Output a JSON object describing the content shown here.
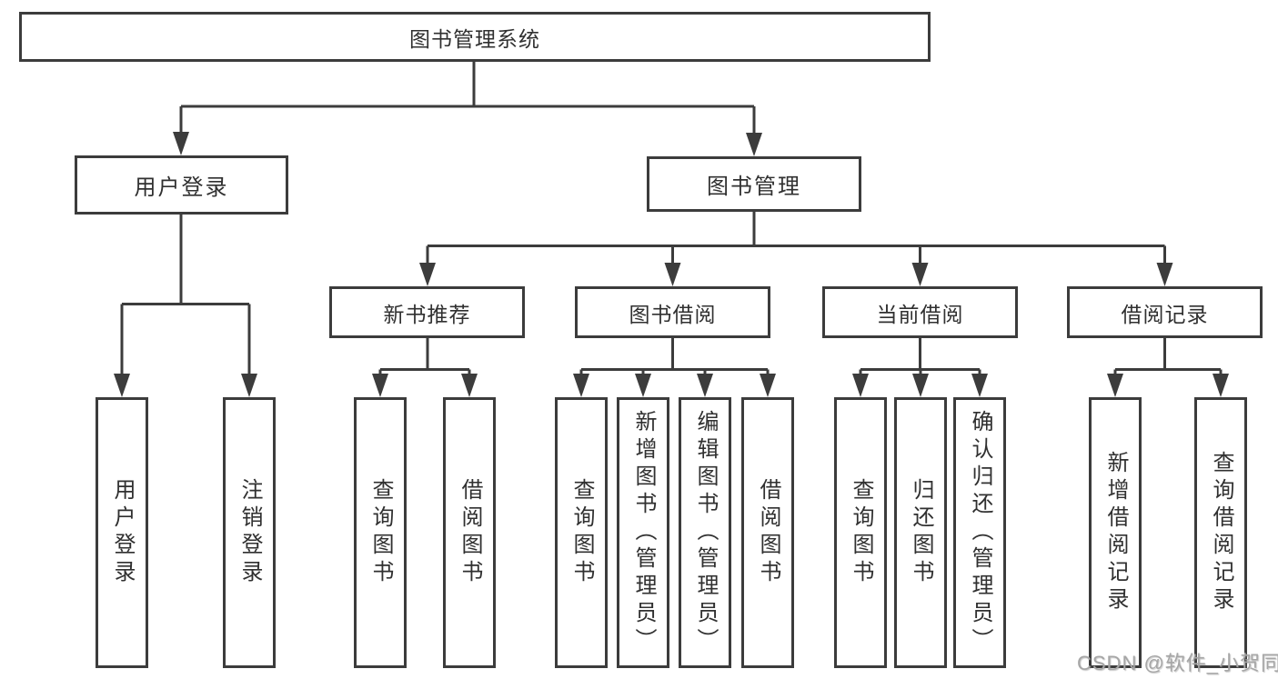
{
  "root": {
    "label": "图书管理系统"
  },
  "branches": [
    {
      "label": "用户登录",
      "children": [
        {
          "label": "用户登录"
        },
        {
          "label": "注销登录"
        }
      ]
    },
    {
      "label": "图书管理",
      "children": [
        {
          "label": "新书推荐",
          "children": [
            {
              "label": "查询图书"
            },
            {
              "label": "借阅图书"
            }
          ]
        },
        {
          "label": "图书借阅",
          "children": [
            {
              "label": "查询图书"
            },
            {
              "label": "新增图书（管理员）"
            },
            {
              "label": "编辑图书（管理员）"
            },
            {
              "label": "借阅图书"
            }
          ]
        },
        {
          "label": "当前借阅",
          "children": [
            {
              "label": "查询图书"
            },
            {
              "label": "归还图书"
            },
            {
              "label": "确认归还（管理员）"
            }
          ]
        },
        {
          "label": "借阅记录",
          "children": [
            {
              "label": "新增借阅记录"
            },
            {
              "label": "查询借阅记录"
            }
          ]
        }
      ]
    }
  ],
  "watermark": {
    "text": "CSDN @软件_小贺同学"
  },
  "colors": {
    "line": "#3c3c3c",
    "text": "#303030",
    "watermark": "#a6a6a6",
    "background": "#ffffff"
  }
}
